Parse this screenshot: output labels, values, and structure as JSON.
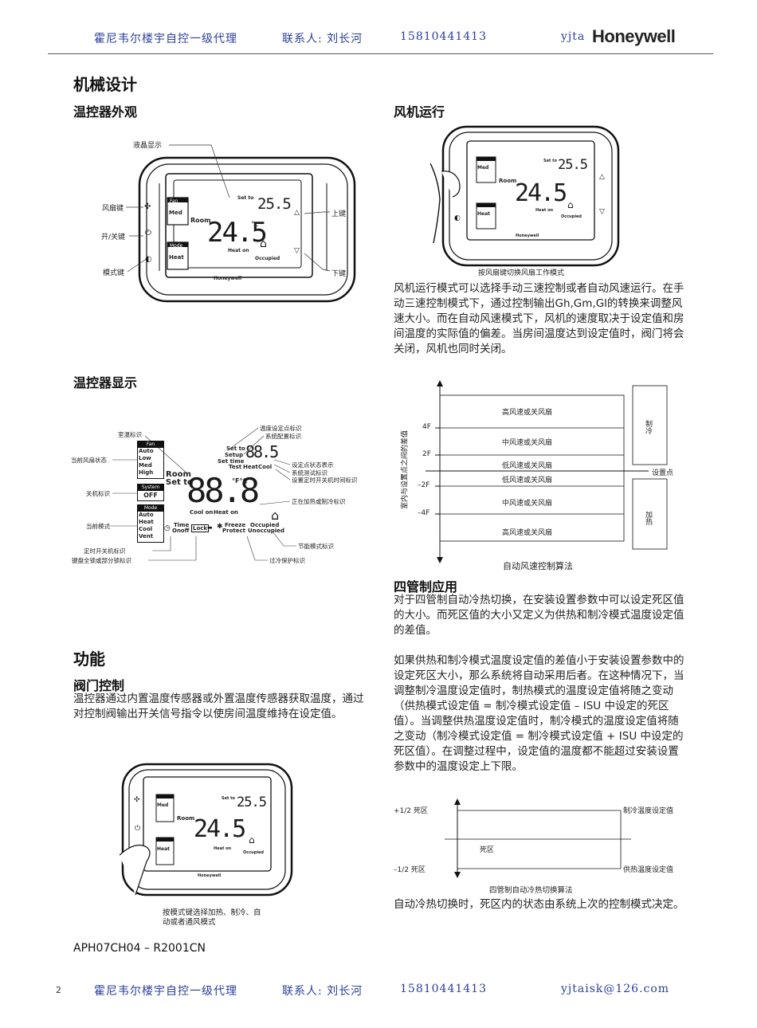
{
  "header": {
    "left": "霍尼韦尔楼宇自控一级代理",
    "contact": "联系人: 刘长河",
    "phone": "15810441413",
    "email_partial": "yjta",
    "logo": "Honeywell"
  },
  "left": {
    "section_title": "机械设计",
    "appearance_title": "温控器外观",
    "appearance_labels": {
      "lcd": "液晶显示",
      "fan_key": "风扇键",
      "power_key": "开/关键",
      "mode_key": "模式键",
      "up_key": "上键",
      "down_key": "下键"
    },
    "display_title": "温控器显示",
    "display_labels": {
      "room_temp": "室温标识",
      "fan_state": "当前风扇状态",
      "off_mark": "关机标识",
      "mode_now": "当前模式",
      "timer_mark": "定时开关机标识",
      "keylock_mark": "键盘全锁或部分锁标识",
      "setpoint_mark": "温度设定点标识",
      "sys_config": "系统配置标识",
      "setpoint_state": "设定点状态表示",
      "sys_test": "系统测试标识",
      "timer_set": "设置定时开关机时间标识",
      "heat_cool": "正在加热或制冷标识",
      "energy_save": "节能模式标识",
      "overcool": "过冷保护标识"
    },
    "function_title": "功能",
    "valve_title": "阀门控制",
    "valve_text": "温控器通过内置温度传感器或外置温度传感器获取温度，通过对控制阀输出开关信号指令以使房间温度维持在设定值。",
    "mode_caption_1": "按模式键选择加热、制冷、自",
    "mode_caption_2": "动或者通风模式",
    "model_code": "APH07CH04 – R2001CN"
  },
  "lcd": {
    "fan": "Fan",
    "med": "Med",
    "room": "Room",
    "set_to": "Set to",
    "setpoint": "25.5",
    "temp": "24.5",
    "deg": "°c",
    "mode": "Mode",
    "heat": "Heat",
    "heat_on": "Heat on",
    "occupied": "Occupied",
    "brand": "Honeywell"
  },
  "display_lcd": {
    "fan": "Fan",
    "auto": "Auto",
    "low": "Low",
    "med": "Med",
    "high": "High",
    "system": "System",
    "off": "OFF",
    "mode": "Mode",
    "heat": "Heat",
    "cool": "Cool",
    "vent": "Vent",
    "room": "Room",
    "set_to": "Set to",
    "setup": "Setup",
    "set_time": "Set time",
    "test": "Test",
    "heat_w": "Heat",
    "cool_w": "Cool",
    "big": "88.8",
    "small": "88.5",
    "unit": "°F°C",
    "coolon": "Cool on",
    "heaton": "Heat on",
    "time": "Time",
    "onoff": "Onoff",
    "lock": "Lock",
    "freeze": "Freeze",
    "protect": "Protect",
    "occupied": "Occupied",
    "unoccupied": "Unoccupied"
  },
  "right": {
    "fan_title": "风机运行",
    "fan_caption": "按风扇键切换风扇工作模式",
    "fan_text": "风机运行模式可以选择手动三速控制或者自动风速运行。在手动三速控制模式下，通过控制输出Gh,Gm,Gl的转换来调整风速大小。而在自动风速模式下，风机的速度取决于设定值和房间温度的实际值的偏差。当房间温度达到设定值时，阀门将会关闭，风机也同时关闭。",
    "chart_title": "自动风速控制算法",
    "fourpipe_title": "四管制应用",
    "fourpipe_p1": "对于四管制自动冷热切换，在安装设置参数中可以设定死区值的大小。而死区值的大小又定义为供热和制冷模式温度设定值的差值。",
    "fourpipe_p2": "如果供热和制冷模式温度设定值的差值小于安装设置参数中的设定死区大小，那么系统将自动采用后者。在这种情况下，当调整制冷温度设定值时，制热模式的温度设定值将随之变动（供热模式设定值 = 制冷模式设定值 – ISU 中设定的死区值）。当调整供热温度设定值时，制冷模式的温度设定值将随之变动（制冷模式设定值 = 制冷模式设定值 + ISU 中设定的死区值）。在调整过程中，设定值的温度都不能超过安装设置参数中的温度设定上下限。",
    "deadband_title": "四管制自动冷热切换算法",
    "deadband_text": "自动冷热切换时，死区内的状态由系统上次的控制模式决定。"
  },
  "fan_chart": {
    "ylabel": "室内与设置点之间的差值",
    "ticks": [
      "4F",
      "2F",
      "–2F",
      "–4F"
    ],
    "bands": [
      "高风速或关风扇",
      "中风速或关风扇",
      "低风速或关风扇",
      "低风速或关风扇",
      "中风速或关风扇",
      "高风速或关风扇"
    ],
    "cool": "制冷",
    "heat": "加热",
    "setpoint": "设置点"
  },
  "deadband_chart": {
    "plus": "+1/2 死区",
    "minus": "–1/2 死区",
    "dead": "死区",
    "cool_sp": "制冷温度设定值",
    "heat_sp": "供热温度设定值"
  },
  "footer": {
    "page": "2",
    "left": "霍尼韦尔楼宇自控一级代理",
    "contact": "联系人: 刘长河",
    "phone": "15810441413",
    "email": "yjtaisk@126.com"
  }
}
